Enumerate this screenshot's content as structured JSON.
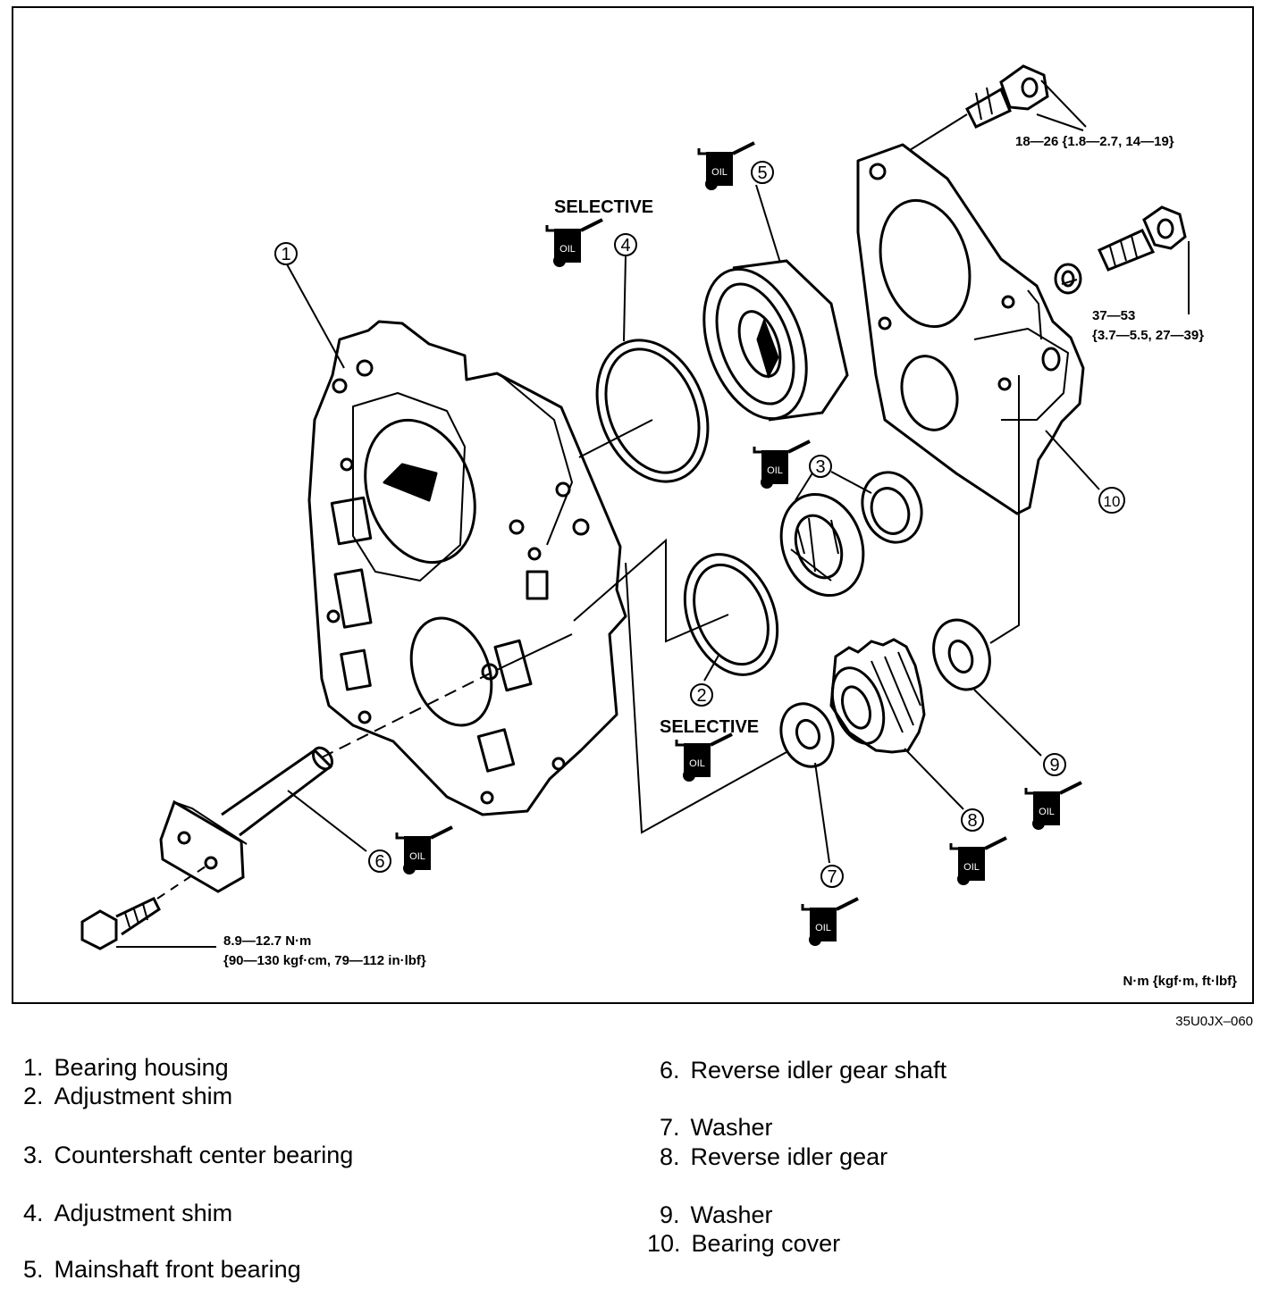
{
  "figure_code": "35U0JX–060",
  "units_note": "N·m {kgf·m, ft·lbf}",
  "selective_labels": [
    "SELECTIVE",
    "SELECTIVE"
  ],
  "oil_label": "OIL",
  "torque": {
    "cover_bolt": "18—26 {1.8—2.7, 14—19}",
    "housing_bolt_line1": "37—53",
    "housing_bolt_line2": "{3.7—5.5, 27—39}",
    "shaft_bolt_line1": "8.9—12.7 N·m",
    "shaft_bolt_line2": "{90—130 kgf·cm, 79—112 in·lbf}"
  },
  "callouts": [
    "1",
    "2",
    "3",
    "4",
    "5",
    "6",
    "7",
    "8",
    "9",
    "10"
  ],
  "legend": [
    {
      "num": "1.",
      "text": "Bearing housing"
    },
    {
      "num": "2.",
      "text": "Adjustment shim"
    },
    {
      "num": "3.",
      "text": "Countershaft center bearing"
    },
    {
      "num": "4.",
      "text": "Adjustment shim"
    },
    {
      "num": "5.",
      "text": "Mainshaft front bearing"
    },
    {
      "num": "6.",
      "text": "Reverse idler gear shaft"
    },
    {
      "num": "7.",
      "text": "Washer"
    },
    {
      "num": "8.",
      "text": "Reverse idler gear"
    },
    {
      "num": "9.",
      "text": "Washer"
    },
    {
      "num": "10.",
      "text": "Bearing cover"
    }
  ]
}
